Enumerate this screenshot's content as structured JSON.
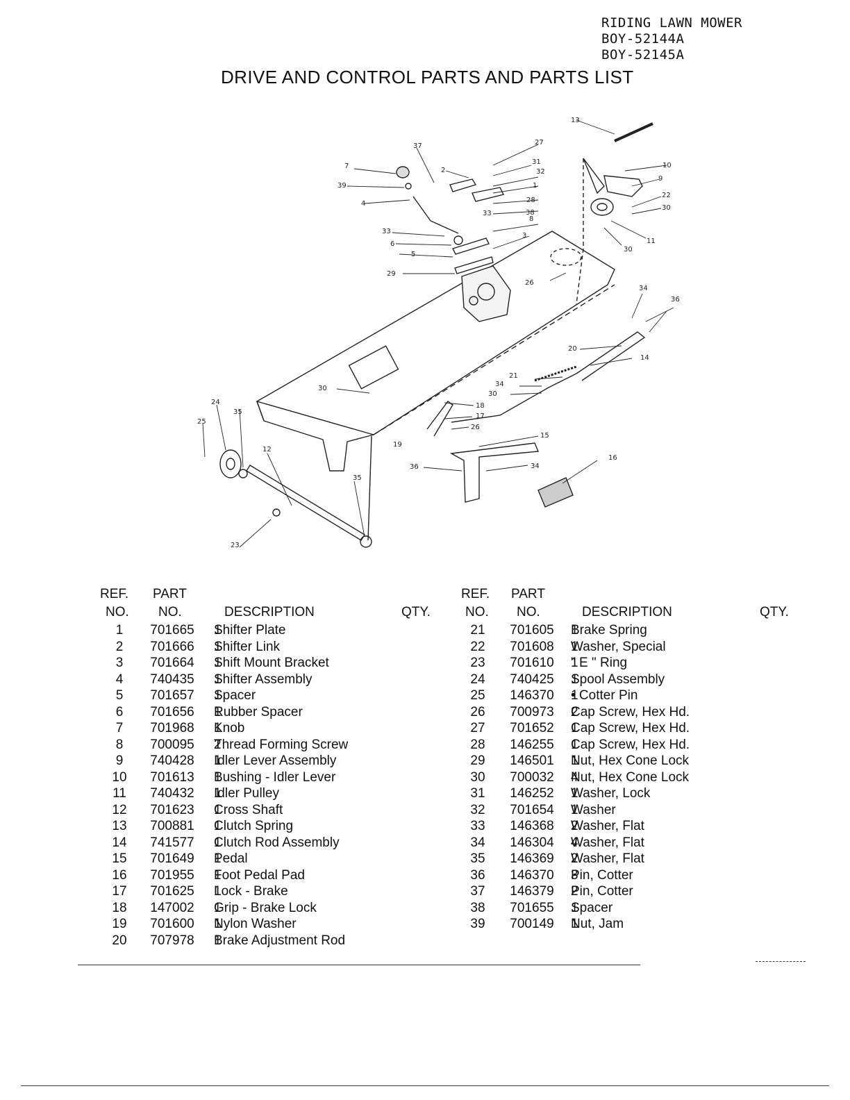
{
  "header": {
    "model_lines": [
      "RIDING LAWN MOWER",
      "BOY-52144A",
      "BOY-52145A"
    ],
    "title": "DRIVE AND CONTROL PARTS AND PARTS LIST"
  },
  "diagram": {
    "callouts": [
      "1",
      "2",
      "3",
      "4",
      "5",
      "6",
      "7",
      "8",
      "9",
      "10",
      "11",
      "12",
      "13",
      "14",
      "15",
      "16",
      "17",
      "18",
      "19",
      "20",
      "21",
      "22",
      "23",
      "24",
      "25",
      "26",
      "27",
      "28",
      "29",
      "30",
      "31",
      "32",
      "33",
      "34",
      "35",
      "36",
      "37",
      "38",
      "39"
    ]
  },
  "parts_list": {
    "headers": {
      "ref_line1": "REF.",
      "ref_line2": "NO.",
      "part_line1": "PART",
      "part_line2": "NO.",
      "description": "DESCRIPTION",
      "qty": "QTY."
    },
    "left": [
      {
        "ref": "1",
        "part": "701665",
        "desc": "Shifter Plate",
        "qty": "1"
      },
      {
        "ref": "2",
        "part": "701666",
        "desc": "Shifter Link",
        "qty": "1"
      },
      {
        "ref": "3",
        "part": "701664",
        "desc": "Shift Mount Bracket",
        "qty": "1"
      },
      {
        "ref": "4",
        "part": "740435",
        "desc": "Shifter Assembly",
        "qty": "1"
      },
      {
        "ref": "5",
        "part": "701657",
        "desc": "Spacer",
        "qty": "1"
      },
      {
        "ref": "6",
        "part": "701656",
        "desc": "Rubber Spacer",
        "qty": "1"
      },
      {
        "ref": "7",
        "part": "701968",
        "desc": "Knob",
        "qty": "1"
      },
      {
        "ref": "8",
        "part": "700095",
        "desc": "Thread Forming Screw",
        "qty": "2"
      },
      {
        "ref": "9",
        "part": "740428",
        "desc": "Idler Lever Assembly",
        "qty": "1"
      },
      {
        "ref": "10",
        "part": "701613",
        "desc": "Bushing - Idler Lever",
        "qty": "1"
      },
      {
        "ref": "11",
        "part": "740432",
        "desc": "Idler Pulley",
        "qty": "1"
      },
      {
        "ref": "12",
        "part": "701623",
        "desc": "Cross Shaft",
        "qty": "1"
      },
      {
        "ref": "13",
        "part": "700881",
        "desc": "Clutch Spring",
        "qty": "1"
      },
      {
        "ref": "14",
        "part": "741577",
        "desc": "Clutch Rod Assembly",
        "qty": "1"
      },
      {
        "ref": "15",
        "part": "701649",
        "desc": "Pedal",
        "qty": "1"
      },
      {
        "ref": "16",
        "part": "701955",
        "desc": "Foot Pedal Pad",
        "qty": "1"
      },
      {
        "ref": "17",
        "part": "701625",
        "desc": "Lock - Brake",
        "qty": "1"
      },
      {
        "ref": "18",
        "part": "147002",
        "desc": "Grip - Brake Lock",
        "qty": "1"
      },
      {
        "ref": "19",
        "part": "701600",
        "desc": "Nylon Washer",
        "qty": "1"
      },
      {
        "ref": "20",
        "part": "707978",
        "desc": "Brake Adjustment Rod",
        "qty": "1"
      }
    ],
    "right": [
      {
        "ref": "21",
        "part": "701605",
        "desc": "Brake Spring",
        "qty": "1"
      },
      {
        "ref": "22",
        "part": "701608",
        "desc": "Washer, Special",
        "qty": "1"
      },
      {
        "ref": "23",
        "part": "701610",
        "desc": "\" E \" Ring",
        "qty": "1"
      },
      {
        "ref": "24",
        "part": "740425",
        "desc": "Spool Assembly",
        "qty": "1"
      },
      {
        "ref": "25",
        "part": "146370",
        "desc": "• Cotter Pin",
        "qty": "1"
      },
      {
        "ref": "26",
        "part": "700973",
        "desc": "Cap Screw, Hex Hd.",
        "qty": "2"
      },
      {
        "ref": "27",
        "part": "701652",
        "desc": "Cap Screw, Hex Hd.",
        "qty": "1"
      },
      {
        "ref": "28",
        "part": "146255",
        "desc": "Cap Screw, Hex Hd.",
        "qty": "1"
      },
      {
        "ref": "29",
        "part": "146501",
        "desc": "Nut, Hex Cone Lock",
        "qty": "1"
      },
      {
        "ref": "30",
        "part": "700032",
        "desc": "Nut, Hex Cone Lock",
        "qty": "4"
      },
      {
        "ref": "31",
        "part": "146252",
        "desc": "Washer, Lock",
        "qty": "1"
      },
      {
        "ref": "32",
        "part": "701654",
        "desc": "Washer",
        "qty": "1"
      },
      {
        "ref": "33",
        "part": "146368",
        "desc": "Washer, Flat",
        "qty": "2"
      },
      {
        "ref": "34",
        "part": "146304",
        "desc": "Washer, Flat",
        "qty": "4"
      },
      {
        "ref": "35",
        "part": "146369",
        "desc": "Washer, Flat",
        "qty": "2"
      },
      {
        "ref": "36",
        "part": "146370",
        "desc": "Pin, Cotter",
        "qty": "3"
      },
      {
        "ref": "37",
        "part": "146379",
        "desc": "Pin, Cotter",
        "qty": "2"
      },
      {
        "ref": "38",
        "part": "701655",
        "desc": "Spacer",
        "qty": "1"
      },
      {
        "ref": "39",
        "part": "700149",
        "desc": "Nut, Jam",
        "qty": "1"
      }
    ]
  }
}
